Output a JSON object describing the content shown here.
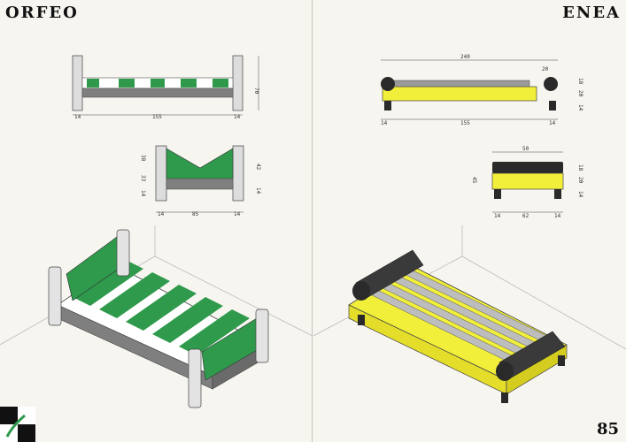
{
  "left": {
    "title": "ORFEO",
    "front_dims": {
      "height": "70",
      "post_left": "14",
      "width": "155",
      "post_right": "14"
    },
    "side_dims": {
      "top": "38",
      "mid": "33",
      "low": "14",
      "r_top": "42",
      "r_low": "14",
      "post_left": "14",
      "width": "85",
      "post_right": "14"
    }
  },
  "right": {
    "title": "ENEA",
    "page_number": "85",
    "front_dims": {
      "total": "240",
      "roll": "20",
      "r1": "18",
      "r2": "20",
      "r3": "14",
      "leg_left": "14",
      "width": "155",
      "leg_right": "14"
    },
    "side_dims": {
      "top": "50",
      "height": "45",
      "r1": "18",
      "r2": "20",
      "r3": "14",
      "leg_left": "14",
      "width": "62",
      "leg_right": "14"
    }
  },
  "colors": {
    "green": "#2f9a4c",
    "yellow": "#f2ef3a",
    "dark": "#2a2a2a",
    "gray": "#8a8a8a"
  }
}
